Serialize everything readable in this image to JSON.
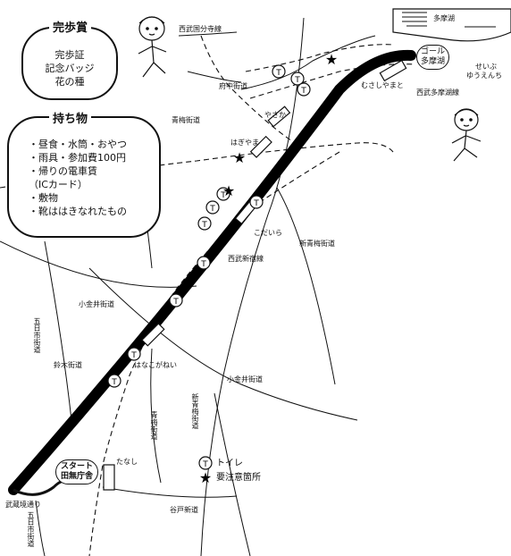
{
  "prize": {
    "title": "完歩賞",
    "items": [
      "完歩証",
      "記念バッジ",
      "花の種"
    ]
  },
  "belongings": {
    "title": "持ち物",
    "items": [
      "・昼食・水筒・おやつ",
      "・雨具・参加費100円",
      "・帰りの電車賃",
      "（ICカード）",
      "・敷物",
      "・靴ははきなれたもの"
    ]
  },
  "goal": {
    "line1": "ゴール",
    "line2": "多摩湖"
  },
  "start": {
    "line1": "スタート",
    "line2": "田無庁舎"
  },
  "legend": {
    "toilet_symbol": "T",
    "toilet_label": "トイレ",
    "caution_symbol": "★",
    "caution_label": "要注意箇所"
  },
  "labels": {
    "tamako": "多摩湖",
    "seibu_kokubunji": "西武国分寺線",
    "fuchu_kaido": "府中街道",
    "ome_kaido_top": "青梅街道",
    "yasaka": "やさか",
    "hagiyama": "はぎやま",
    "kodaira": "こだいら",
    "seibu_shinjuku": "西武新宿線",
    "shin_ome_kaido": "新青梅街道",
    "musashi_yamato": "むさしやまと",
    "seibu_tamakoko": "西武多摩湖線",
    "seibu_yuenchi_1": "せいぶ",
    "seibu_yuenchi_2": "ゆうえんち",
    "koganei_kaido": "小金井街道",
    "hanakoganei": "はなこがねい",
    "koganei_kaido_2": "小金井街道",
    "suzuki_kaido": "鈴木街道",
    "itsukaichi_kaido": "五日市街道",
    "itsukaichi_kaido_2": "五日市街道",
    "shin_ome_vertical": "新青梅街道",
    "ome_kaido_vertical": "青梅街道",
    "tanashi": "たなし",
    "musashi_sakai": "武蔵境通り",
    "yatoshindo": "谷戸新道"
  },
  "icons": {
    "toilet": "toilet-icon",
    "caution": "star-icon",
    "mascot": "walking-mascot-icon",
    "station": "station-icon"
  }
}
